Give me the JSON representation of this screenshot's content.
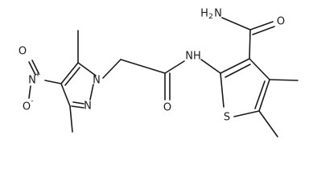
{
  "atom_labels": {
    "nitro_n": "N",
    "nitro_n_charge": "+",
    "nitro_o_double": "O",
    "nitro_o_single": "O",
    "nitro_o_charge": "-",
    "pyrazole_n1": "N",
    "pyrazole_n2": "N",
    "amide_o": "O",
    "amide_nh": "NH",
    "carboxamide_nh2": "H",
    "carboxamide_nh2_sub": "2",
    "carboxamide_nh2_n": "N",
    "carboxamide_o": "O",
    "thiophene_s": "S"
  }
}
